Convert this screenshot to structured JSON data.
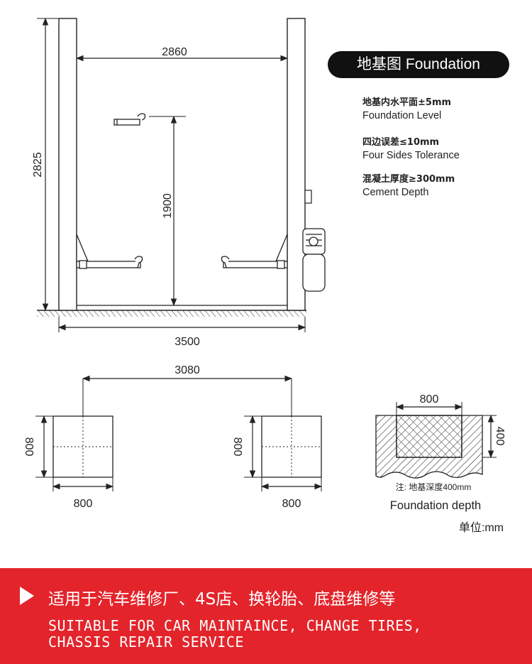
{
  "header": {
    "title": "地基图 Foundation"
  },
  "specs": [
    {
      "zh": "地基内水平面±5mm",
      "en": "Foundation Level"
    },
    {
      "zh": "四边误差≤10mm",
      "en": "Four Sides Tolerance"
    },
    {
      "zh": "混凝土厚度≥300mm",
      "en": "Cement Depth"
    }
  ],
  "dimensions": {
    "column_spacing": "2860",
    "total_height": "2825",
    "arm_height": "1900",
    "base_width": "3500",
    "pad_spacing": "3080",
    "left_pad_width": "800",
    "left_pad_height": "800",
    "right_pad_width": "800",
    "right_pad_height": "800",
    "section_width": "800",
    "section_depth": "400"
  },
  "section": {
    "note": "注: 地基深度400mm",
    "caption": "Foundation depth"
  },
  "unit": "单位:mm",
  "banner": {
    "zh": "适用于汽车维修厂、4S店、换轮胎、底盘维修等",
    "en_line1": "SUITABLE FOR CAR MAINTAINCE, CHANGE TIRES,",
    "en_line2": "CHASSIS REPAIR SERVICE"
  },
  "colors": {
    "banner": "#e3242b",
    "line": "#222222",
    "title_bg": "#111111"
  }
}
